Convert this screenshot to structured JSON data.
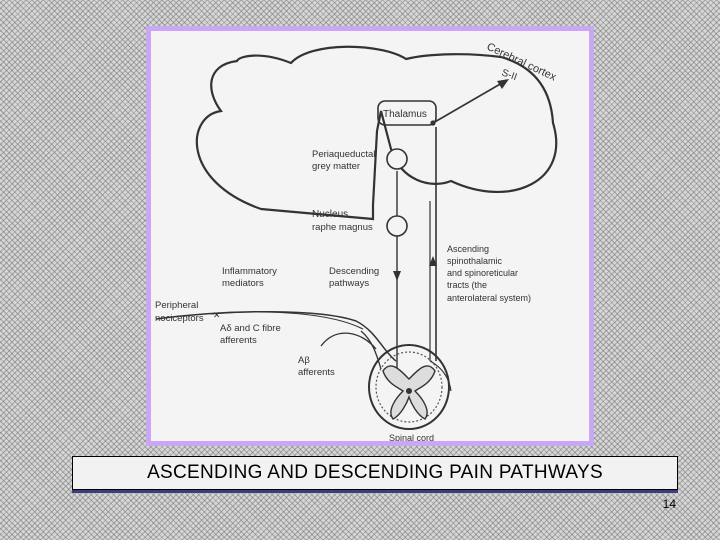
{
  "slide": {
    "title": "ASCENDING AND DESCENDING PAIN PATHWAYS",
    "page_number": "14"
  },
  "diagram": {
    "labels": {
      "cerebral_cortex": "Cerebral cortex",
      "s_ii": "S-II",
      "thalamus": "Thalamus",
      "pag_line1": "Periaqueductal",
      "pag_line2": "grey matter",
      "nucleus_line1": "Nucleus",
      "nucleus_line2": "raphe magnus",
      "ascending_line1": "Ascending",
      "ascending_line2": "spinothalamic",
      "ascending_line3": "and spinoreticular",
      "ascending_line4": "tracts (the",
      "ascending_line5": "anterolateral system)",
      "descending_line1": "Descending",
      "descending_line2": "pathways",
      "inflammatory_line1": "Inflammatory",
      "inflammatory_line2": "mediators",
      "peripheral_line1": "Peripheral",
      "peripheral_line2": "nociceptors",
      "afferents_line1": "Aδ and C fibre",
      "afferents_line2": "afferents",
      "ab_line1": "Aβ",
      "ab_line2": "afferents",
      "spinal_cord": "Spinal cord"
    }
  }
}
